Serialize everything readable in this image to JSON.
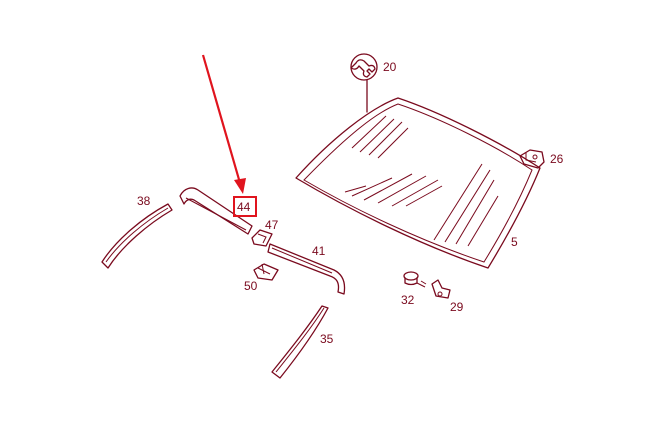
{
  "labels": {
    "l20": "20",
    "l26": "26",
    "l5": "5",
    "l38": "38",
    "l44": "44",
    "l47": "47",
    "l41": "41",
    "l50": "50",
    "l32": "32",
    "l29": "29",
    "l35": "35"
  },
  "highlight": {
    "part": "44",
    "color": "#e0141e"
  },
  "colors": {
    "line": "#7a0a1e",
    "highlight": "#e0141e"
  }
}
